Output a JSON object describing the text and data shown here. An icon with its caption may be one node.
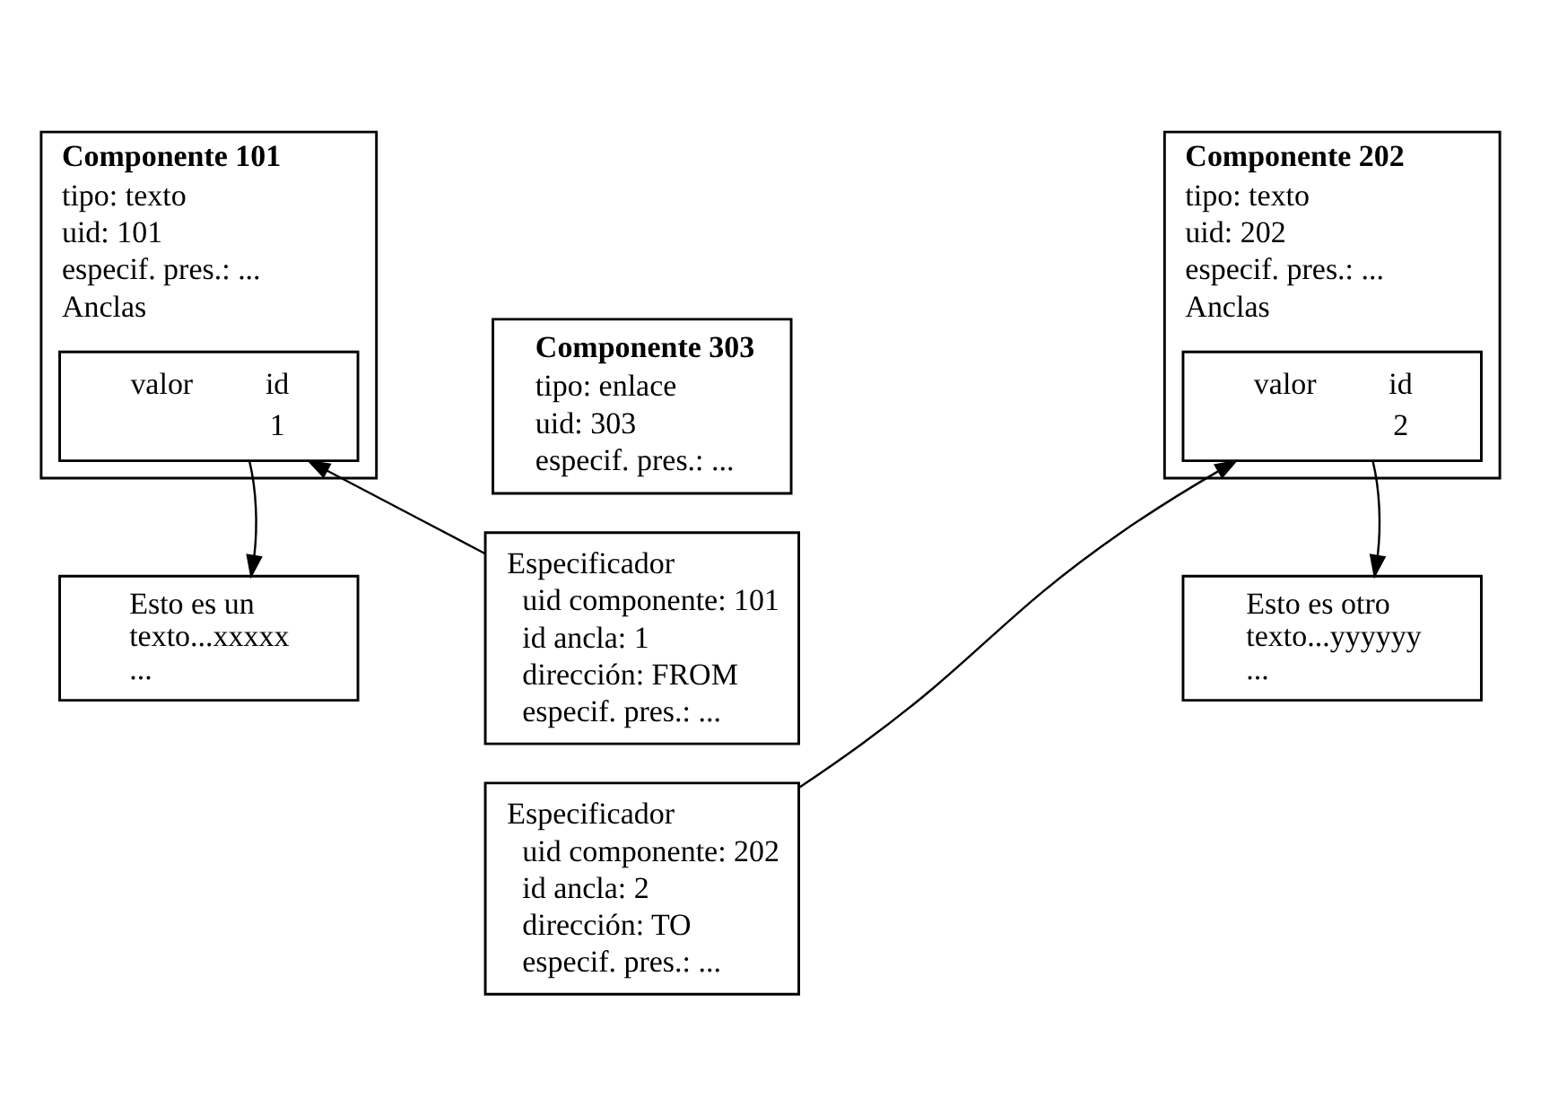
{
  "diagram": {
    "nodes": [
      {
        "text": [
          "Componente 101",
          "tipo: texto",
          "uid: 101",
          "especif. pres.: ...",
          "Anclas"
        ]
      },
      {
        "text": [
          "valor",
          "id",
          "1"
        ],
        "in": 0
      },
      {
        "text": [
          "Esto es un texto...xxxxx ..."
        ]
      },
      {
        "text": [
          "Componente 303",
          "tipo: enlace",
          "uid: 303",
          "especif. pres.: ..."
        ]
      },
      {
        "text": [
          "Especificador",
          "uid componente: 101",
          "id ancla: 1",
          "dirección: FROM",
          "especif. pres.: ..."
        ]
      },
      {
        "text": [
          "Especificador",
          "uid componente: 202",
          "id ancla: 2",
          "dirección: TO",
          "especif. pres.: ..."
        ]
      },
      {
        "text": [
          "Componente 202",
          "tipo: texto",
          "uid: 202",
          "especif. pres.: ...",
          "Anclas"
        ]
      },
      {
        "text": [
          "valor",
          "id",
          "2"
        ],
        "in": 6
      },
      {
        "text": [
          "Esto es otro texto...yyyyyy ..."
        ]
      }
    ],
    "edges": [
      {
        "from": 1,
        "to": 2,
        "arrow": "to"
      },
      {
        "from": 4,
        "to": 1,
        "arrow": "to"
      },
      {
        "from": 7,
        "to": 8,
        "arrow": "to"
      },
      {
        "from": 5,
        "to": 7,
        "arrow": "to"
      }
    ]
  }
}
